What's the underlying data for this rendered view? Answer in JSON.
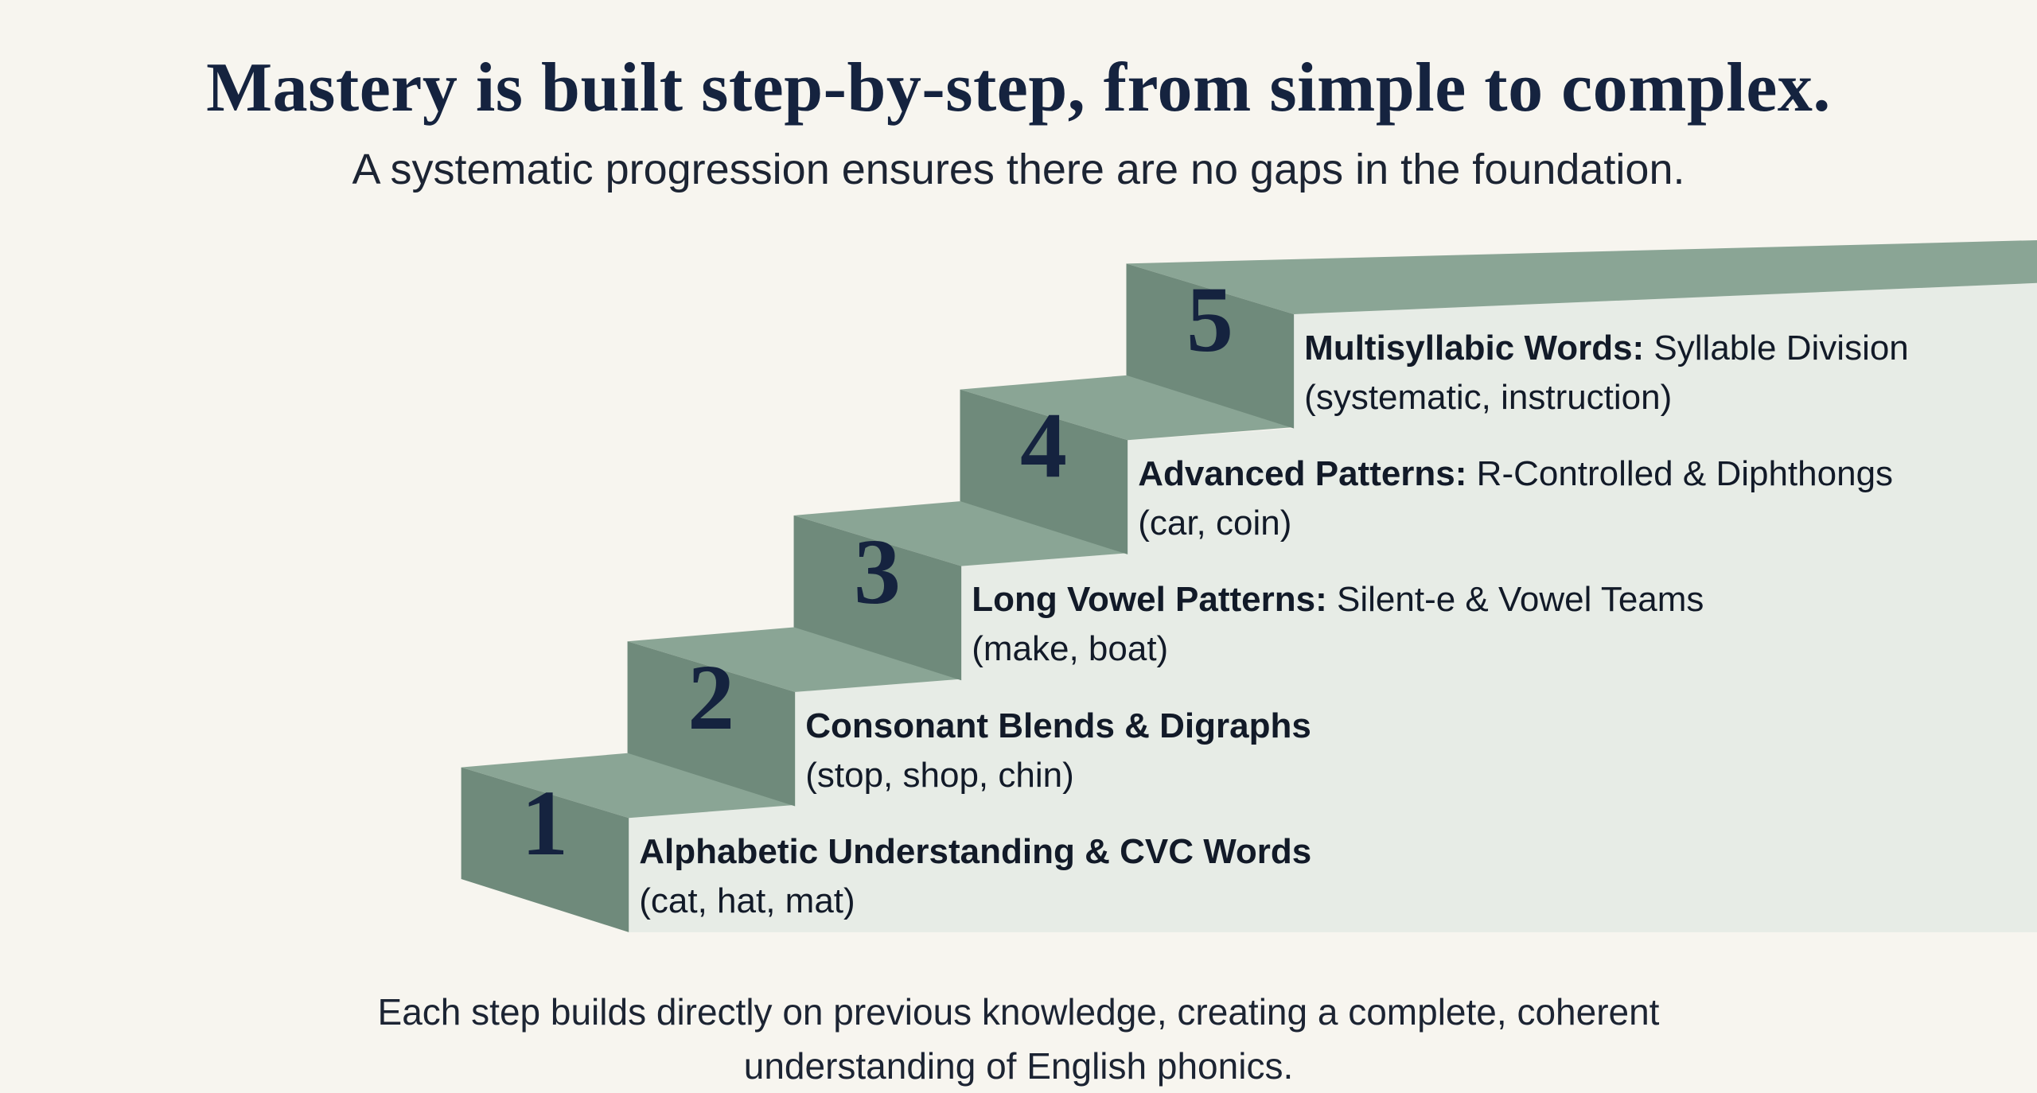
{
  "header": {
    "title": "Mastery is built step-by-step, from simple to complex.",
    "subtitle": "A systematic progression ensures there are no gaps in the foundation."
  },
  "colors": {
    "background": "#f7f5ef",
    "step_face": "#6f8a7b",
    "step_top": "#8aa595",
    "wall": "#e7ece6",
    "navy": "#15233f"
  },
  "steps": [
    {
      "number": "1",
      "title": "Alphabetic Understanding & CVC Words",
      "detail": "",
      "examples": "(cat, hat, mat)"
    },
    {
      "number": "2",
      "title": "Consonant Blends & Digraphs",
      "detail": "",
      "examples": "(stop, shop, chin)"
    },
    {
      "number": "3",
      "title": "Long Vowel Patterns:",
      "detail": " Silent-e & Vowel Teams",
      "examples": "(make, boat)"
    },
    {
      "number": "4",
      "title": "Advanced Patterns:",
      "detail": " R-Controlled & Diphthongs",
      "examples": "(car, coin)"
    },
    {
      "number": "5",
      "title": "Multisyllabic Words:",
      "detail": " Syllable Division",
      "examples": "(systematic, instruction)"
    }
  ],
  "footer": {
    "line1": "Each step builds directly on previous knowledge, creating a complete, coherent",
    "line2": "understanding of English phonics."
  }
}
